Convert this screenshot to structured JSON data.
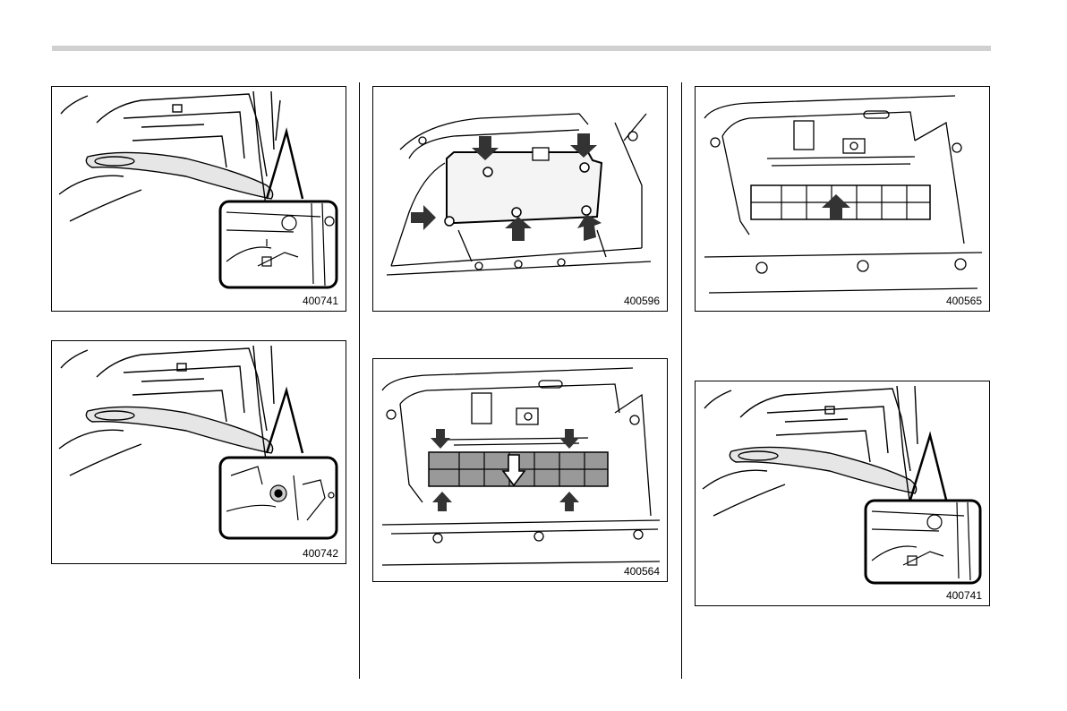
{
  "figures": [
    {
      "id": "fig1",
      "code": "400741",
      "depicts": "glove box open, inset of damper hook"
    },
    {
      "id": "fig2",
      "code": "400742",
      "depicts": "glove box open, inset of damper removed"
    },
    {
      "id": "fig3",
      "code": "400596",
      "depicts": "cover plate with screws and arrows"
    },
    {
      "id": "fig4",
      "code": "400564",
      "depicts": "filter removal with arrows"
    },
    {
      "id": "fig5",
      "code": "400565",
      "depicts": "filter installation with arrow"
    },
    {
      "id": "fig6",
      "code": "400741",
      "depicts": "glove box open, inset of damper hook"
    }
  ]
}
